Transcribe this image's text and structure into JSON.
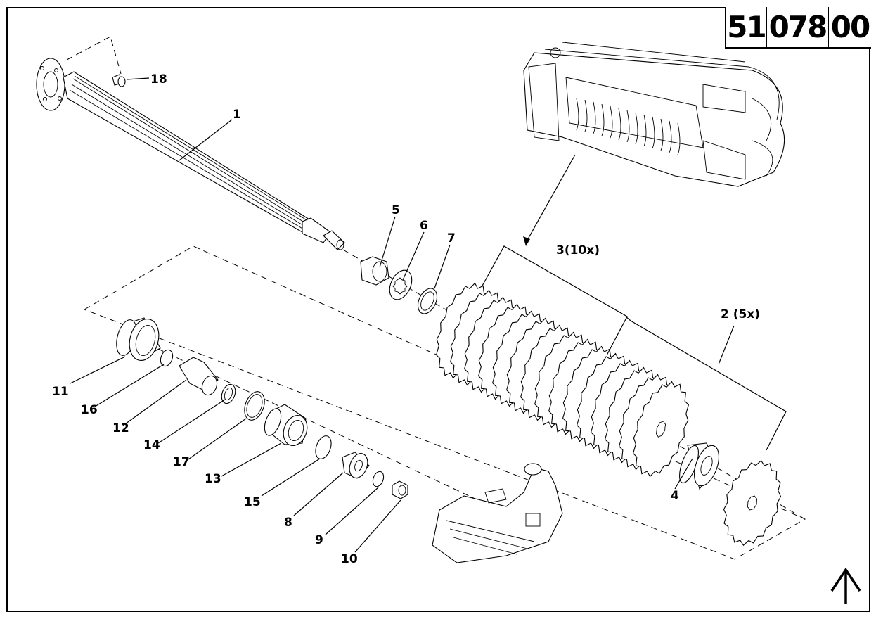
{
  "drawing": {
    "type": "exploded parts diagram",
    "part_number_segments": [
      "51",
      "078",
      "00"
    ],
    "orientation_indicator": "up-arrow"
  },
  "callouts": [
    {
      "id": "1",
      "label": "1",
      "part": "splined-shaft"
    },
    {
      "id": "2",
      "label": "2 (5x)",
      "part": "toothed-disc-large"
    },
    {
      "id": "3",
      "label": "3(10x)",
      "part": "toothed-disc-stack"
    },
    {
      "id": "4",
      "label": "4",
      "part": "spacer-bushing"
    },
    {
      "id": "5",
      "label": "5",
      "part": "nut"
    },
    {
      "id": "6",
      "label": "6",
      "part": "lock-washer"
    },
    {
      "id": "7",
      "label": "7",
      "part": "washer"
    },
    {
      "id": "8",
      "label": "8",
      "part": "bearing"
    },
    {
      "id": "9",
      "label": "9",
      "part": "washer"
    },
    {
      "id": "10",
      "label": "10",
      "part": "nut"
    },
    {
      "id": "11",
      "label": "11",
      "part": "bearing-housing"
    },
    {
      "id": "12",
      "label": "12",
      "part": "sleeve"
    },
    {
      "id": "13",
      "label": "13",
      "part": "bearing-unit"
    },
    {
      "id": "14",
      "label": "14",
      "part": "seal-ring"
    },
    {
      "id": "15",
      "label": "15",
      "part": "o-ring"
    },
    {
      "id": "16",
      "label": "16",
      "part": "o-ring"
    },
    {
      "id": "17",
      "label": "17",
      "part": "retaining-ring"
    },
    {
      "id": "18",
      "label": "18",
      "part": "bolt"
    }
  ]
}
